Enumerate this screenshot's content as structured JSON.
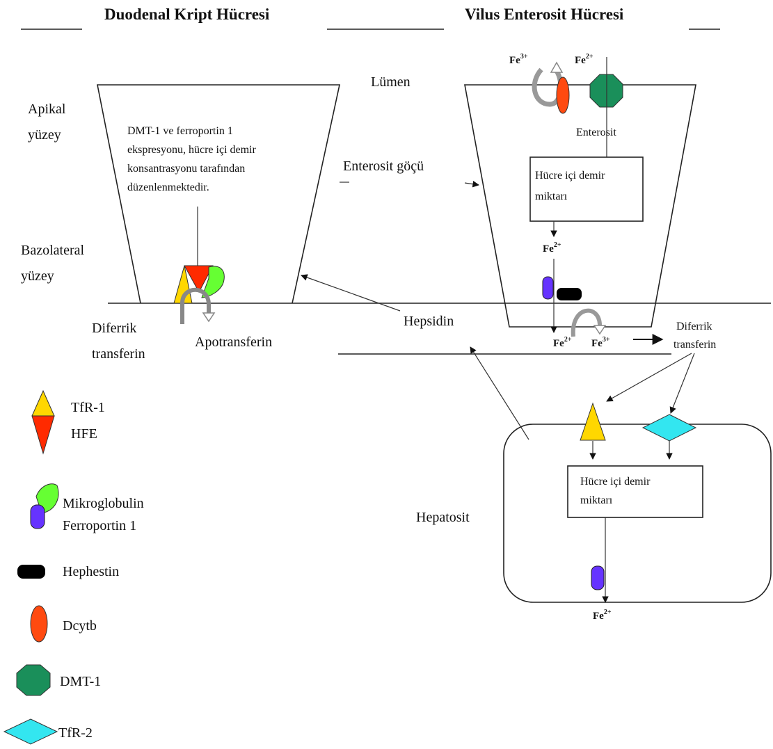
{
  "titles": {
    "left": "Duodenal Kript Hücresi",
    "right": "Vilus Enterosit Hücresi"
  },
  "crypt": {
    "apical_1": "Apikal",
    "apical_2": "yüzey",
    "basolateral_1": "Bazolateral",
    "basolateral_2": "yüzey",
    "note_1": "DMT-1 ve ferroportin 1",
    "note_2": "ekspresyonu, hücre içi demir",
    "note_3": "konsantrasyonu tarafından",
    "note_4": "düzenlenmektedir.",
    "diferrik_1": "Diferrik",
    "diferrik_2": "transferin",
    "apotransferin": "Apotransferin"
  },
  "middle": {
    "lumen": "Lümen",
    "migration": "Enterosit göçü",
    "hepcidin": "Hepsidin"
  },
  "villus": {
    "fe3_top": "Fe",
    "fe3_top_sup": "3+",
    "fe2_top": "Fe",
    "fe2_top_sup": "2+",
    "enterocyte": "Enterosit",
    "box_1": "Hücre içi demir",
    "box_2": "miktarı",
    "fe2_mid": "Fe",
    "fe2_mid_sup": "2+",
    "fe2_bottom": "Fe",
    "fe2_bottom_sup": "2+",
    "fe3_bottom": "Fe",
    "fe3_bottom_sup": "3+",
    "diferrik_1": "Diferrik",
    "diferrik_2": "transferin"
  },
  "hepatocyte": {
    "label": "Hepatosit",
    "box_1": "Hücre içi demir",
    "box_2": "miktarı",
    "fe2": "Fe",
    "fe2_sup": "2+"
  },
  "legend": {
    "tfr1": "TfR-1",
    "hfe": "HFE",
    "microglobulin": "Mikroglobulin",
    "ferroportin": "Ferroportin 1",
    "hephestin": "Hephestin",
    "dcytb": "Dcytb",
    "dmt1": "DMT-1",
    "tfr2": "TfR-2"
  },
  "colors": {
    "tfr1": "#ffd700",
    "hfe": "#ff2a00",
    "microglobulin": "#66ff33",
    "ferroportin": "#6633ff",
    "hephestin": "#000000",
    "dcytb": "#ff4a10",
    "dmt1": "#1a8f5a",
    "tfr2": "#33e6f0"
  }
}
